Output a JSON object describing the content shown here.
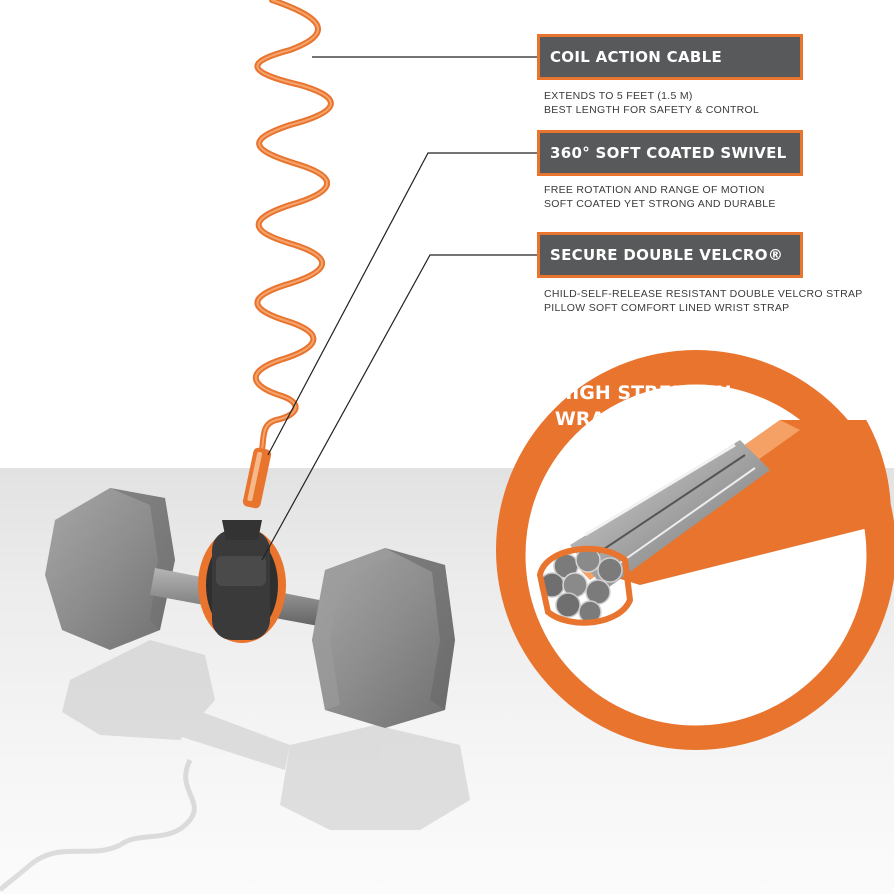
{
  "features": [
    {
      "title": "COIL ACTION CABLE",
      "lines": [
        "EXTENDS TO 5 FEET (1.5 M)",
        "BEST LENGTH FOR SAFETY & CONTROL"
      ]
    },
    {
      "title": "360° SOFT COATED SWIVEL",
      "lines": [
        "FREE ROTATION AND RANGE OF MOTION",
        "SOFT COATED YET STRONG AND DURABLE"
      ]
    },
    {
      "title": "SECURE DOUBLE VELCRO®",
      "lines": [
        "CHILD-SELF-RELEASE RESISTANT DOUBLE VELCRO STRAP",
        "PILLOW SOFT COMFORT LINED WRIST STRAP"
      ]
    }
  ],
  "callout": {
    "line1": "HIGH STRENGTH",
    "line2": "WRAPPED STEEL"
  },
  "colors": {
    "accent": "#e8742e",
    "label_bg": "#58595b",
    "steel": "#8a8a8a"
  }
}
